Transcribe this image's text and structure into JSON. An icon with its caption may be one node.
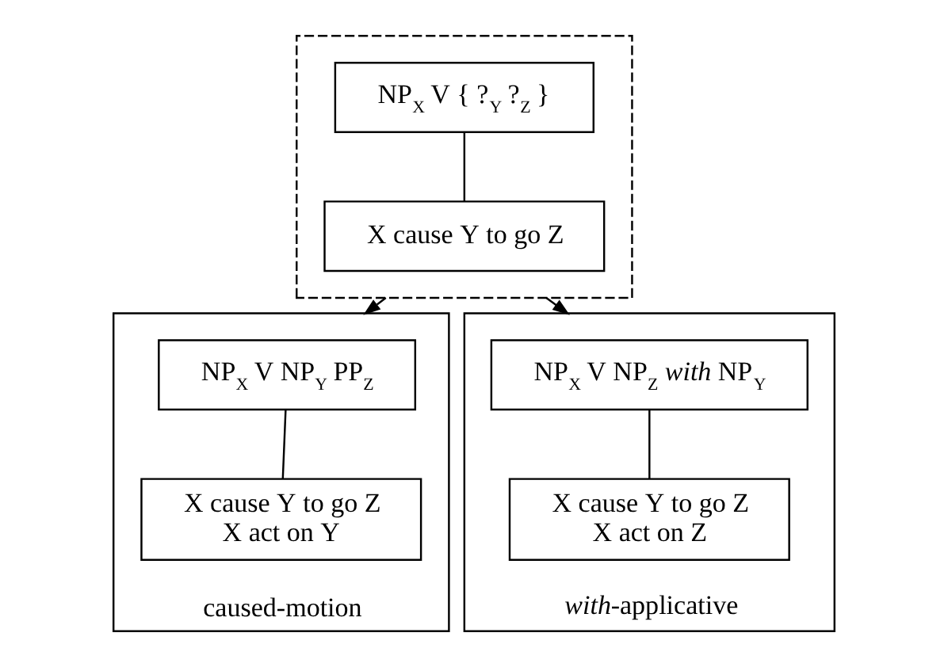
{
  "diagram": {
    "nodes": [
      {
        "text": [],
        "shape": "box"
      },
      {
        "text": [
          "NP$_{X}$ V { ?$_{Y}$ ?$_{Z}$ }"
        ],
        "in": 0
      },
      {
        "text": [
          "X cause Y to go Z"
        ],
        "in": 0
      },
      {
        "text": [
          "caused-motion"
        ]
      },
      {
        "text": [
          "NP$_{X}$ V NP$_{Y}$ PP$_{Z}$"
        ],
        "in": 3
      },
      {
        "text": [
          "X cause Y to go Z",
          "X act on Y"
        ],
        "in": 3
      },
      {
        "text": [
          "*with*-applicative"
        ]
      },
      {
        "text": [
          "NP$_{X}$ V NP$_{Z}$ *with* NP$_{Y}$"
        ],
        "in": 6
      },
      {
        "text": [
          "X cause Y to go Z",
          "X act on Z"
        ],
        "in": 6
      }
    ],
    "edges": [
      {
        "from": 1,
        "to": 2,
        "arrow": "none"
      },
      {
        "from": 0,
        "to": 3,
        "arrow": "to"
      },
      {
        "from": 0,
        "to": 6,
        "arrow": "to"
      },
      {
        "from": 4,
        "to": 5,
        "arrow": "none"
      },
      {
        "from": 7,
        "to": 8,
        "arrow": "none"
      }
    ]
  }
}
